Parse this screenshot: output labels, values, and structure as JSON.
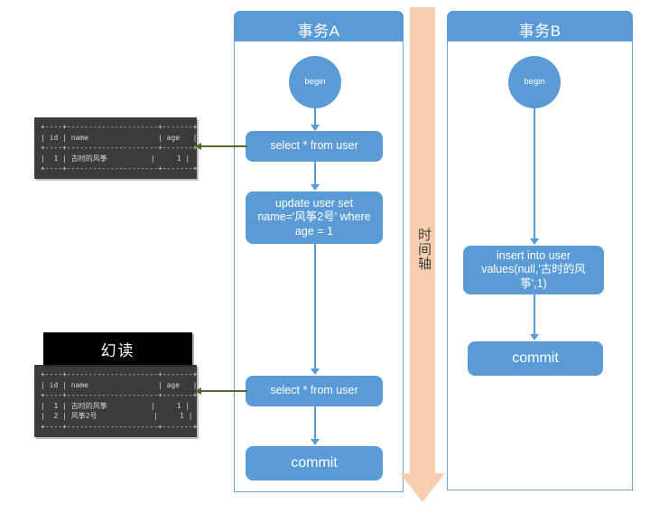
{
  "timeline": {
    "label": "时间轴",
    "color": "#F6CEB0"
  },
  "colors": {
    "node_blue": "#5B9BD5",
    "column_border": "#6CA6DC",
    "terminal_bg": "#3B3B3B",
    "pointer_green": "#4E6B2E",
    "banner_black": "#000000"
  },
  "transaction_a": {
    "title": "事务A",
    "nodes": [
      {
        "id": "begin",
        "label": "begin",
        "shape": "circle"
      },
      {
        "id": "select-1",
        "label": "select * from user",
        "shape": "rounded-rect"
      },
      {
        "id": "update",
        "label": "update user set name='风筝2号' where age = 1",
        "shape": "rounded-rect"
      },
      {
        "id": "select-2",
        "label": "select * from user",
        "shape": "rounded-rect"
      },
      {
        "id": "commit",
        "label": "commit",
        "shape": "rounded-rect"
      }
    ]
  },
  "transaction_b": {
    "title": "事务B",
    "nodes": [
      {
        "id": "begin",
        "label": "begin",
        "shape": "circle"
      },
      {
        "id": "insert",
        "label": "insert into user values(null,'古时的风筝',1)",
        "shape": "rounded-rect"
      },
      {
        "id": "commit",
        "label": "commit",
        "shape": "rounded-rect"
      }
    ]
  },
  "result_table_1": {
    "text": "+----+---------------------+-------+\n| id | name                | age   |\n+----+---------------------+-------+\n|  1 | 古时的风筝          |     1 |\n+----+---------------------+-------+"
  },
  "result_table_2": {
    "banner": "幻读",
    "text": "+----+---------------------+-------+\n| id | name                | age   |\n+----+---------------------+-------+\n|  1 | 古时的风筝          |     1 |\n|  2 | 风筝2号             |     1 |\n+----+---------------------+-------+"
  }
}
